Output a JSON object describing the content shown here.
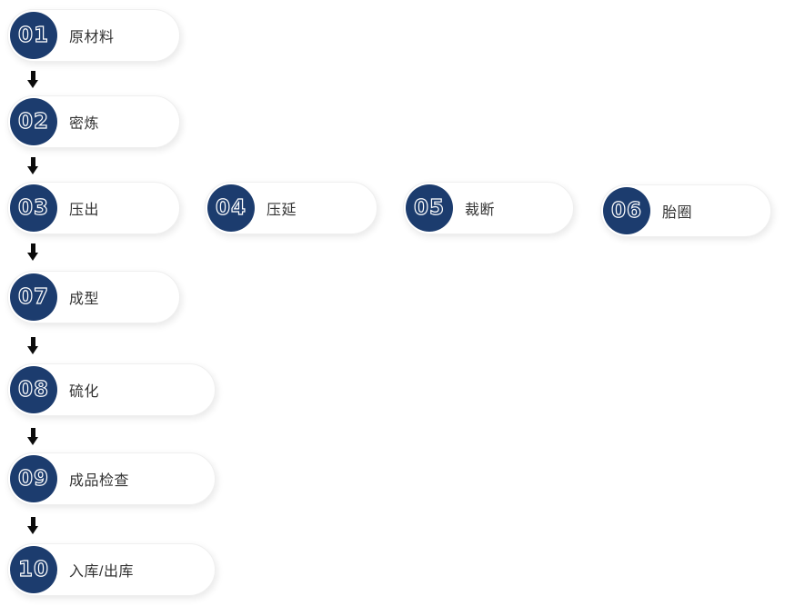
{
  "diagram": {
    "type": "process-flow",
    "steps": [
      {
        "number": "01",
        "label": "原材料"
      },
      {
        "number": "02",
        "label": "密炼"
      },
      {
        "number": "03",
        "label": "压出"
      },
      {
        "number": "04",
        "label": "压延"
      },
      {
        "number": "05",
        "label": "裁断"
      },
      {
        "number": "06",
        "label": "胎圈"
      },
      {
        "number": "07",
        "label": "成型"
      },
      {
        "number": "08",
        "label": "硫化"
      },
      {
        "number": "09",
        "label": "成品检查"
      },
      {
        "number": "10",
        "label": "入库/出库"
      }
    ],
    "icons": {
      "connector": "arrow-down-icon"
    },
    "colors": {
      "badge_background": "#1c3c6e",
      "badge_number_outline": "#ffffff",
      "label_text": "#333333",
      "arrow": "#0b0b0b",
      "box_background": "#ffffff",
      "box_border": "#efefef"
    }
  }
}
